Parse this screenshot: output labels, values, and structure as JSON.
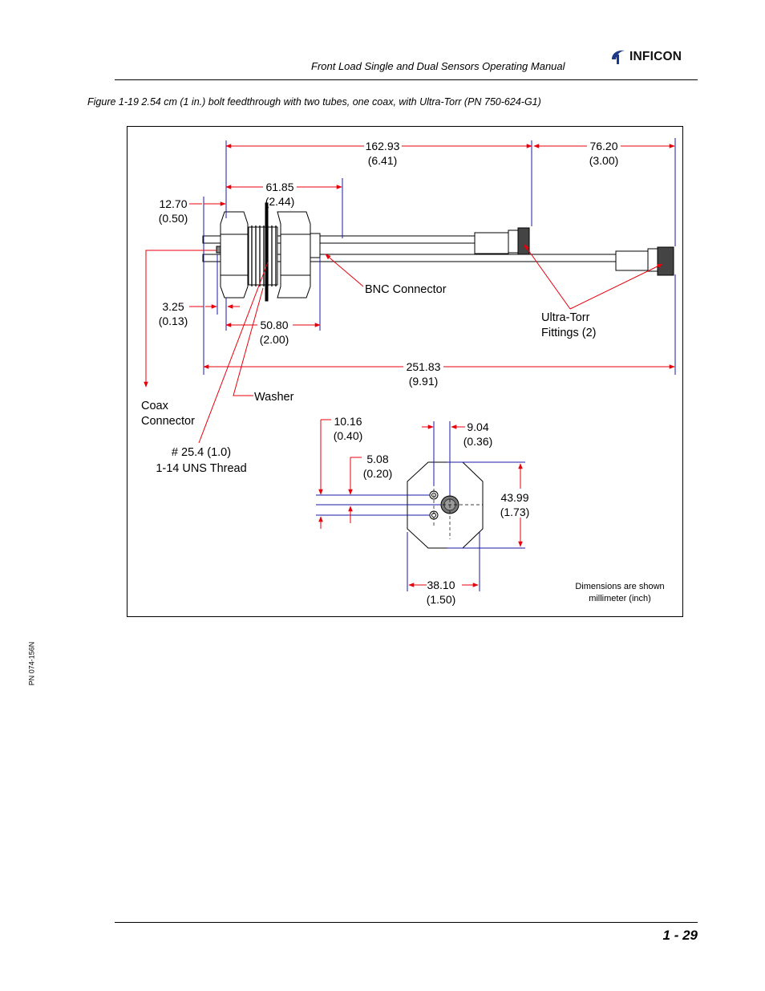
{
  "header": {
    "title": "Front Load Single and Dual Sensors Operating Manual",
    "logo_text": "INFICON"
  },
  "figure": {
    "caption": "Figure 1-19  2.54 cm (1 in.) bolt feedthrough with two tubes, one coax, with Ultra-Torr (PN 750-624-G1)",
    "dimensions": {
      "d162_mm": "162.93",
      "d162_in": "(6.41)",
      "d76_mm": "76.20",
      "d76_in": "(3.00)",
      "d61_mm": "61.85",
      "d61_in": "(2.44)",
      "d12_mm": "12.70",
      "d12_in": "(0.50)",
      "d3_mm": "3.25",
      "d3_in": "(0.13)",
      "d50_mm": "50.80",
      "d50_in": "(2.00)",
      "d251_mm": "251.83",
      "d251_in": "(9.91)",
      "d10_mm": "10.16",
      "d10_in": "(0.40)",
      "d9_mm": "9.04",
      "d9_in": "(0.36)",
      "d5_mm": "5.08",
      "d5_in": "(0.20)",
      "d43_mm": "43.99",
      "d43_in": "(1.73)",
      "d38_mm": "38.10",
      "d38_in": "(1.50)"
    },
    "labels": {
      "bnc": "BNC Connector",
      "ultratorr_1": "Ultra-Torr",
      "ultratorr_2": "Fittings (2)",
      "washer": "Washer",
      "coax_1": "Coax",
      "coax_2": "Connector",
      "thread_1": "# 25.4 (1.0)",
      "thread_2": "1-14 UNS Thread",
      "note_1": "Dimensions are shown",
      "note_2": "millimeter (inch)"
    },
    "colors": {
      "dimension": "#e8000b",
      "extension": "#1a1aa6",
      "outline": "#000000"
    }
  },
  "side_label": "PN 074-156N",
  "footer": {
    "page_number": "1 - 29"
  }
}
